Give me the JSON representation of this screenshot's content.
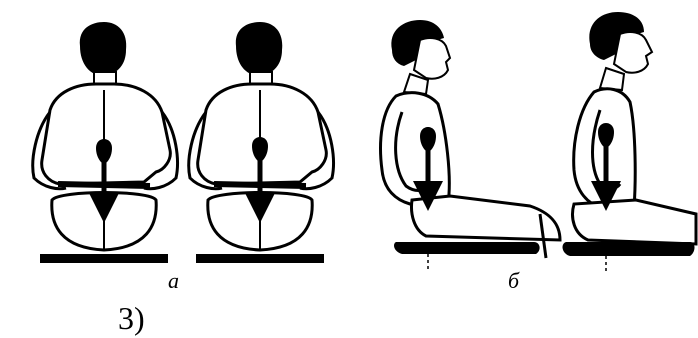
{
  "caption_a": "а",
  "caption_b": "б",
  "figure_number": "3)",
  "colors": {
    "ink": "#000000",
    "paper": "#ffffff"
  }
}
